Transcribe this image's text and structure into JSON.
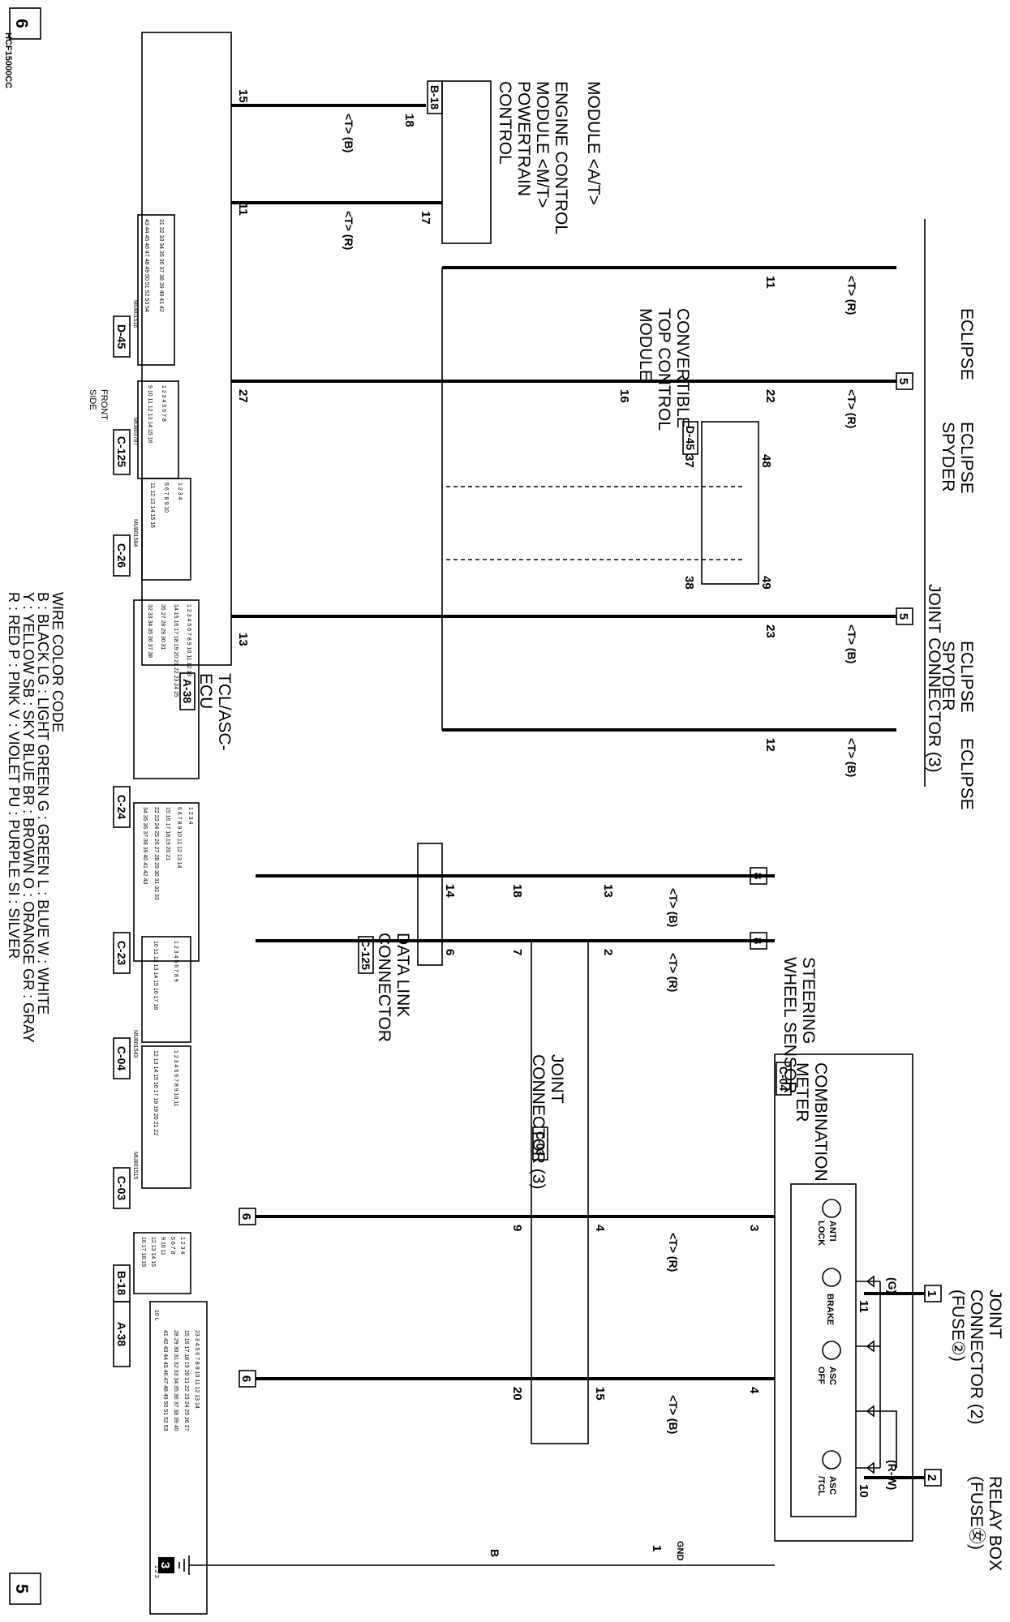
{
  "sheet": {
    "page_prev": "5",
    "page_next": "6",
    "ground_ref": "3",
    "diagram_code": "HCF15000CC"
  },
  "labels": {
    "relay_box": [
      "RELAY BOX",
      "(FUSE㊛)"
    ],
    "joint_conn2": [
      "JOINT",
      "CONNECTOR (2)",
      "(FUSE②)"
    ],
    "combination_meter": [
      "COMBINATION",
      "METER"
    ],
    "joint_conn3": [
      "JOINT",
      "CONNECTOR (3)"
    ],
    "steering_wheel_sensor": [
      "STEERING",
      "WHEEL SENSOR"
    ],
    "data_link_connector": [
      "DATA LINK",
      "CONNECTOR"
    ],
    "tcl_asc_ecu": [
      "TCL/ASC-",
      "ECU"
    ],
    "joint_conn3_right": "JOINT CONNECTOR (3)",
    "eclipse": "ECLIPSE",
    "eclipse_spyder": [
      "ECLIPSE",
      "SPYDER"
    ],
    "convertible_top": [
      "CONVERTIBLE",
      "TOP CONTROL",
      "MODULE"
    ],
    "engine_control": [
      "ENGINE CONTROL",
      "MODULE <M/T>",
      "POWERTRAIN",
      "CONTROL",
      "MODULE <A/T>"
    ],
    "front_side": [
      "FRONT",
      "SIDE"
    ],
    "gnd": "GND"
  },
  "meter_lamps": {
    "asc_tcl": [
      "ASC",
      "/TCL"
    ],
    "asc_off": [
      "ASC",
      "OFF"
    ],
    "brake": "BRAKE",
    "anti_lock": [
      "ANTI",
      "LOCK"
    ]
  },
  "tags": {
    "a38": "A-38",
    "b18": "B-18",
    "c03": "C-03",
    "c04": "C-04",
    "c23": "C-23",
    "c24": "C-24",
    "c26": "C-26",
    "c125": "C-125",
    "d45": "D-45"
  },
  "wires": {
    "b": "B",
    "r_w": "(R-W)",
    "g": "(G)",
    "tb": "<T> (B)",
    "tr": "<T> (R)"
  },
  "pins": {
    "m1": "1",
    "m10": "10",
    "m11": "11",
    "m4": "4",
    "m3": "3",
    "j15": "15",
    "j20": "20",
    "j4": "4",
    "j9": "9",
    "j2": "2",
    "j7": "7",
    "j13": "13",
    "j18": "18",
    "d6": "6",
    "d14": "14",
    "c12": "12",
    "c11": "11",
    "c23": "23",
    "c22": "22",
    "c16": "16",
    "e13": "13",
    "e27": "27",
    "e11": "11",
    "e15": "15",
    "t49": "49",
    "t48": "48",
    "t38": "38",
    "t37": "37",
    "p17": "17",
    "p18": "18",
    "f2": "2",
    "f1": "1",
    "s8a": "8",
    "s8b": "8",
    "d6a": "6",
    "d6b": "6",
    "jc5a": "5",
    "jc5b": "5"
  },
  "connector_codes": {
    "c03": "MU801515",
    "c04": "MU801543",
    "c26": "MU801584",
    "c125": "MU803787",
    "d45": "MU801516"
  },
  "connector_pins": {
    "a38_row1": "23 3 4 5 6 7 8 9 10 11 12 13 14",
    "a38_row2": "15 16 17 18 19 20 21 22 23 24 25 26 27",
    "a38_row3": "28 29 30 31 32 33 34 35 36 37 38 39 40",
    "a38_row4": "41 42 43 44 45 46 47 48 49 50 51 52 53",
    "a38_left": "1  2  3",
    "a38_right": "10  L",
    "b18_r1": "1 2 3 4",
    "b18_r2": "5 6 7 8",
    "b18_r3": "9 10 11",
    "b18_r4": "12 13 14 15",
    "b18_r5": "16 17 18 19",
    "c03_r1": "1 2 3 4 5 6 7 8 9 10 11",
    "c03_r2": "12 13 14 15 16 17 18 19 20 21 22",
    "c04_r1": "1 2 3 4 5 6 7 8 9",
    "c04_r2": "10 11 12 13 14 15 16 17 18",
    "c23_r1": "1 2 3 4",
    "c23_r2": "5 6 7 8 9 10 11 12 13 14",
    "c23_r3": "15 16 17 18 19 20 21",
    "c23_r4": "22 23 24 25 26 27 28 29 30 31 32 33",
    "c23_r5": "34 35 36 37 38 39 40 41 42 43",
    "c24_r1": "1 2 3 4 5 6 7 8 9 10 11 12 13",
    "c24_r2": "14 15 16 17 18 19 20 21 22 23 24 25",
    "c24_r3": "26 27 28 29 30 31",
    "c24_r4": "32 33 34 35 36 37 38",
    "c26_r1": "1 2 3 4",
    "c26_r2": "5 6 7 8 9 10",
    "c26_r3": "11 12 13 14 15 16",
    "c125_r1": "1 2 3 4 5 6 7 8",
    "c125_r2": "9 10 11 12 13 14 15 16",
    "d45_r1": "31 32 33 34 35 36 37 38 39 40 41 42",
    "d45_r2": "43 44 45 46 47 48 49 50 51 52 53 54"
  },
  "legend": {
    "title": "WIRE COLOR CODE",
    "rows": [
      "B : BLACK   LG : LIGHT GREEN   G : GREEN   L : BLUE   W : WHITE",
      "Y : YELLOW   SB : SKY BLUE   BR : BROWN   O : ORANGE   GR : GRAY",
      "R : RED   P : PINK   V : VIOLET   PU : PURPLE   SI : SILVER"
    ]
  }
}
